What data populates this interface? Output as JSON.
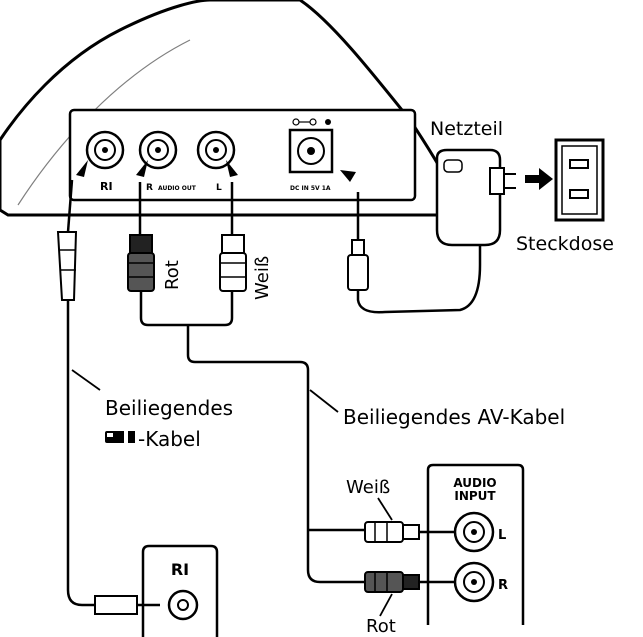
{
  "device": {
    "ri_label": "RI",
    "audio_out_label": "AUDIO OUT",
    "r_label": "R",
    "l_label": "L",
    "dc_in_label": "DC IN 5V 1A"
  },
  "adapter": {
    "label": "Netzteil"
  },
  "outlet": {
    "label": "Steckdose"
  },
  "av_cable": {
    "plug_red_label": "Rot",
    "plug_white_label": "Weiß",
    "label": "Beiliegendes AV-Kabel"
  },
  "ri_cable": {
    "label_line1": "Beiliegendes",
    "label_line2": "-Kabel",
    "logo_text": "RI"
  },
  "audio_input_panel": {
    "title_line1": "AUDIO",
    "title_line2": "INPUT",
    "l_label": "L",
    "r_label": "R",
    "white_label": "Weiß",
    "red_label": "Rot"
  },
  "ri_panel": {
    "label": "RI"
  }
}
